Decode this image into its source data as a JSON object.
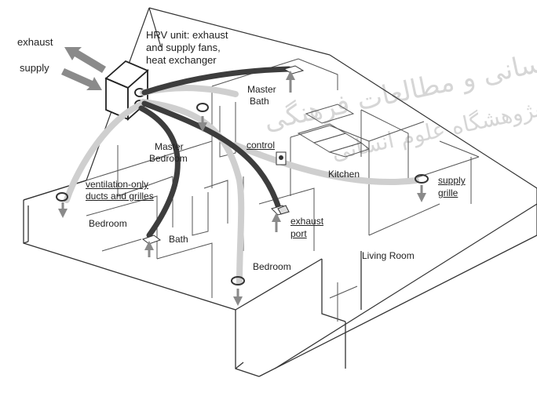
{
  "labels": {
    "exhaust": "exhaust",
    "supply": "supply",
    "hrv_line1": "HRV unit: exhaust",
    "hrv_line2": "and supply fans,",
    "hrv_line3": "heat exchanger",
    "master_bath_1": "Master",
    "master_bath_2": "Bath",
    "master_bedroom_1": "Master",
    "master_bedroom_2": "Bedroom",
    "control": "control",
    "kitchen": "Kitchen",
    "supply_grille_1": "supply",
    "supply_grille_2": "grille",
    "vent_only_1": "ventilation-only",
    "vent_only_2": "ducts and grilles",
    "bedroom_left": "Bedroom",
    "bath": "Bath",
    "exhaust_port_1": "exhaust",
    "exhaust_port_2": "port",
    "living_room": "Living Room",
    "bedroom_lower": "Bedroom"
  },
  "watermark": {
    "line1": "پرتال جامع علوم انسانی و مطالعات فرهنگی",
    "line2": "پژوهشگاه علوم انسانی"
  },
  "colors": {
    "line": "#333333",
    "exhaust_duct": "#3d3d3d",
    "supply_duct": "#cfcfcf",
    "watermark": "#d6d6d6"
  }
}
